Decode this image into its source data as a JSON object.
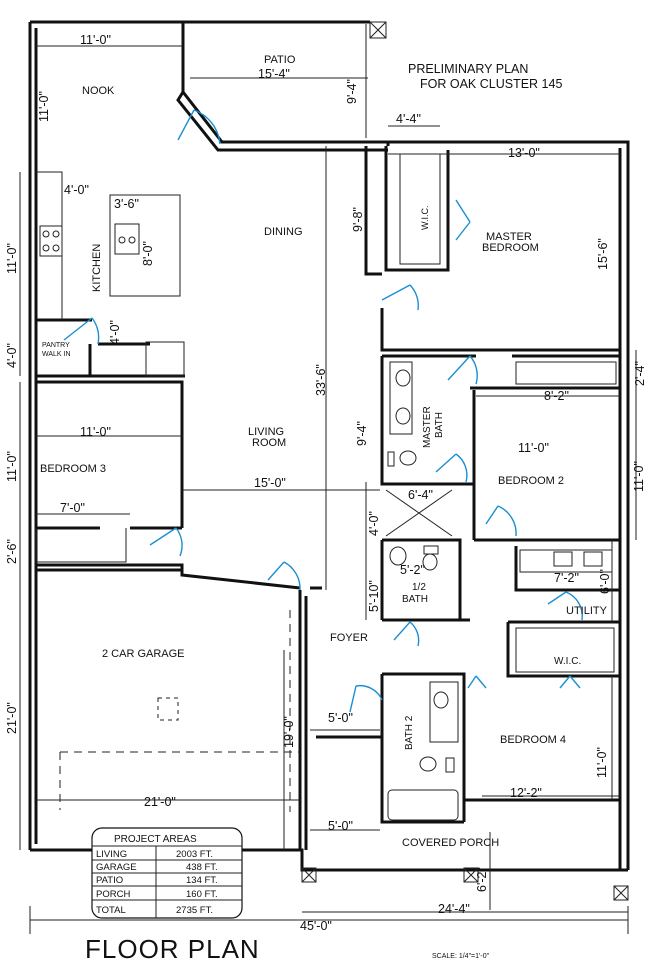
{
  "header": {
    "line1": "PRELIMINARY PLAN",
    "line2": "FOR OAK CLUSTER 145"
  },
  "rooms": {
    "nook": "NOOK",
    "patio": "PATIO",
    "kitchen": "KITCHEN",
    "dining": "DINING",
    "wic_master": "W.I.C.",
    "master_bedroom_1": "MASTER",
    "master_bedroom_2": "BEDROOM",
    "pantry_1": "PANTRY",
    "pantry_2": "WALK IN",
    "living_1": "LIVING",
    "living_2": "ROOM",
    "bedroom3": "BEDROOM 3",
    "master_bath_1": "MASTER",
    "master_bath_2": "BATH",
    "bedroom2": "BEDROOM 2",
    "half_bath_1": "1/2",
    "half_bath_2": "BATH",
    "utility": "UTILITY",
    "garage": "2 CAR  GARAGE",
    "foyer": "FOYER",
    "wic_bed4": "W.I.C.",
    "bath2": "BATH 2",
    "bedroom4": "BEDROOM 4",
    "covered_porch": "COVERED PORCH"
  },
  "dimensions": {
    "nook_width": "11'-0\"",
    "nook_depth": "11'-0\"",
    "patio_width": "15'-4\"",
    "patio_depth": "9'-4\"",
    "porch_4_4": "4'-4\"",
    "master_width": "13'-0\"",
    "master_closet": "9'-8\"",
    "master_depth": "15'-6\"",
    "kitchen_4_0": "4'-0\"",
    "kitchen_3_6": "3'-6\"",
    "kitchen_8_0": "8'-0\"",
    "kitchen_depth": "11'-0\"",
    "pantry_4_0": "4'-0\"",
    "pantry_depth": "4'-0\"",
    "dining_length": "33'-6\"",
    "right_2_4": "2'-4\"",
    "bed2_8_2": "8'-2\"",
    "mbath_9_4": "9'-4\"",
    "bed3_width": "11'-0\"",
    "bed3_depth": "11'-0\"",
    "bed2_width": "11'-0\"",
    "bed2_depth": "11'-0\"",
    "living_width": "15'-0\"",
    "shower_6_4": "6'-4\"",
    "shower_4_0": "4'-0\"",
    "bed3_closet": "7'-0\"",
    "left_2_6": "2'-6\"",
    "half_bath_width": "5'-2\"",
    "half_bath_depth": "5'-10\"",
    "utility_width": "7'-2\"",
    "utility_depth": "6'-0\"",
    "garage_depth": "21'-0\"",
    "garage_inner": "19'-0\"",
    "foyer_width": "5'-0\"",
    "bed4_depth": "11'-0\"",
    "bed4_width": "12'-2\"",
    "garage_width": "21'-0\"",
    "porch_5_0": "5'-0\"",
    "porch_depth": "6'-2\"",
    "porch_width": "24'-4\"",
    "overall_width": "45'-0\""
  },
  "areas": {
    "title": "PROJECT  AREAS",
    "rows": [
      {
        "label": "LIVING",
        "value": "2003 FT."
      },
      {
        "label": "GARAGE",
        "value": "438 FT."
      },
      {
        "label": "PATIO",
        "value": "134 FT."
      },
      {
        "label": "PORCH",
        "value": "160 FT."
      },
      {
        "label": "TOTAL",
        "value": "2735 FT."
      }
    ]
  },
  "footer": {
    "title": "FLOOR PLAN",
    "scale": "SCALE:    1/4\"=1'-0\""
  },
  "colors": {
    "line": "#111111",
    "door": "#1a8fd0"
  }
}
